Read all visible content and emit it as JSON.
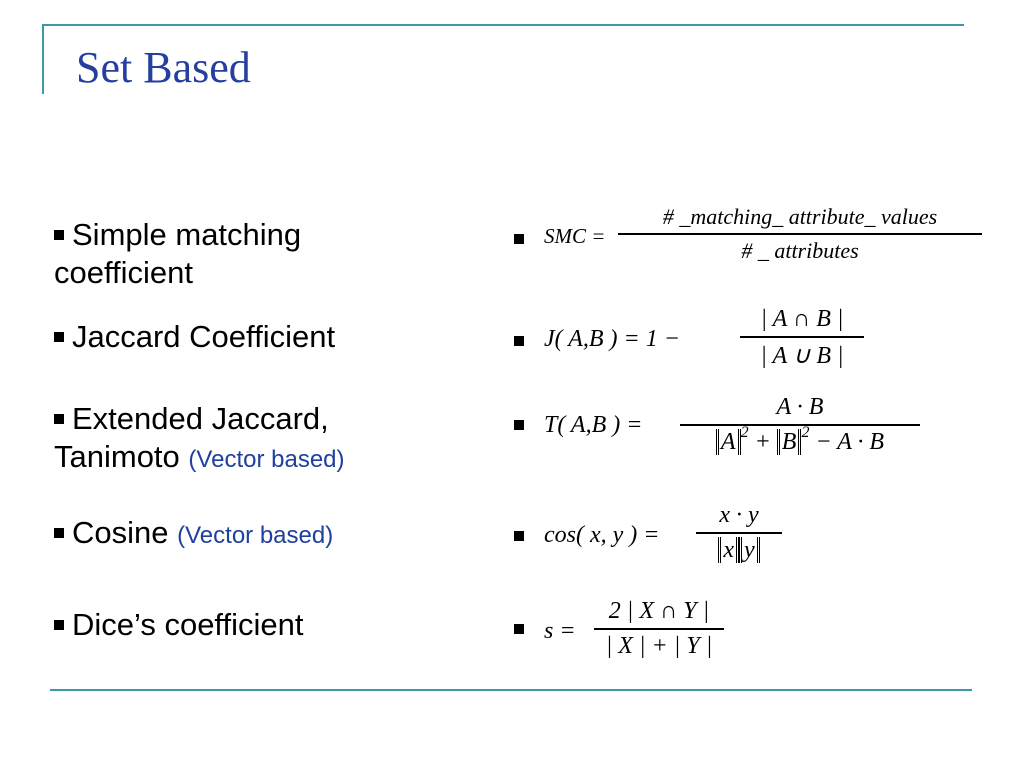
{
  "slide": {
    "title": "Set Based",
    "items": [
      {
        "label": "Simple matching",
        "label_cont": "coefficient",
        "note": ""
      },
      {
        "label": "Jaccard Coefficient",
        "note": ""
      },
      {
        "label": "Extended Jaccard,",
        "label_cont": "Tanimoto",
        "note": "(Vector based)"
      },
      {
        "label": "Cosine",
        "note": "(Vector based)"
      },
      {
        "label": "Dice’s coefficient",
        "note": ""
      }
    ],
    "formulas": {
      "smc": {
        "lhs": "SMC =",
        "num": "# _matching_ attribute_ values",
        "den": "# _ attributes"
      },
      "jaccard": {
        "lhs": "J( A,B ) = 1 −",
        "num": "| A ∩ B |",
        "den": "| A ∪ B |"
      },
      "tanimoto": {
        "lhs": "T( A,B ) =",
        "num": "A · B",
        "den_a": "A",
        "den_b": "B",
        "den_exp": "2",
        "den_tail": "− A · B"
      },
      "cosine": {
        "lhs": "cos( x, y ) =",
        "num": "x · y",
        "den_x": "x",
        "den_y": "y"
      },
      "dice": {
        "lhs": "s =",
        "num": "2 | X ∩ Y |",
        "den": "| X | + | Y |"
      }
    }
  },
  "colors": {
    "accent": "#3b9aa6",
    "title": "#243f9e",
    "note": "#1e40a0"
  }
}
